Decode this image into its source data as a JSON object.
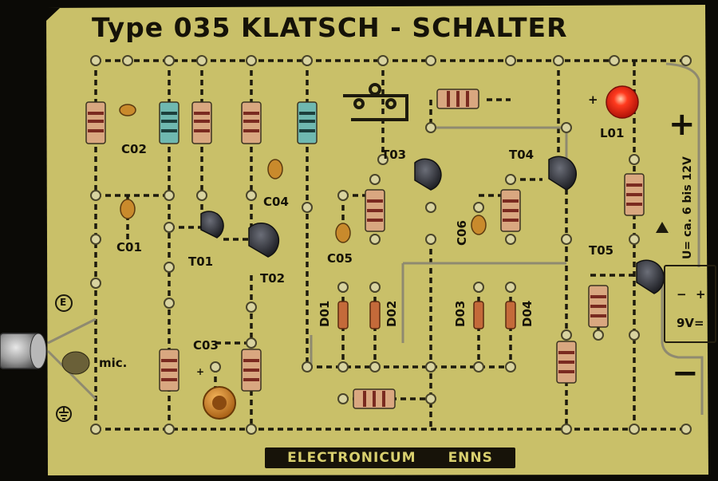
{
  "title": "Type 035   KLATSCH - SCHALTER",
  "footer_left": "ELECTRONICUM",
  "footer_right": "ENNS",
  "labels": {
    "c01": "C01",
    "c02": "C02",
    "c03": "C03",
    "c04": "C04",
    "c05": "C05",
    "c06": "C06",
    "t01": "T01",
    "t02": "T02",
    "t03": "T03",
    "t04": "T04",
    "t05": "T05",
    "d01": "D01",
    "d02": "D02",
    "d03": "D03",
    "d04": "D04",
    "l01": "L01",
    "mic": "mic.",
    "e": "E",
    "supply": "U= ca. 6 bis 12V",
    "battery": "9V=",
    "bat_minus": "−",
    "bat_plus": "+",
    "plus": "+",
    "minus": "−",
    "led_plus": "+",
    "c03_plus": "+"
  },
  "colors": {
    "board": "#c9c069",
    "track": "#1d1a0d",
    "led": "#ff3a1e",
    "capacitor": "#c98a2c",
    "electrolytic": "#d6862a",
    "transistor": "#2e2f35"
  }
}
